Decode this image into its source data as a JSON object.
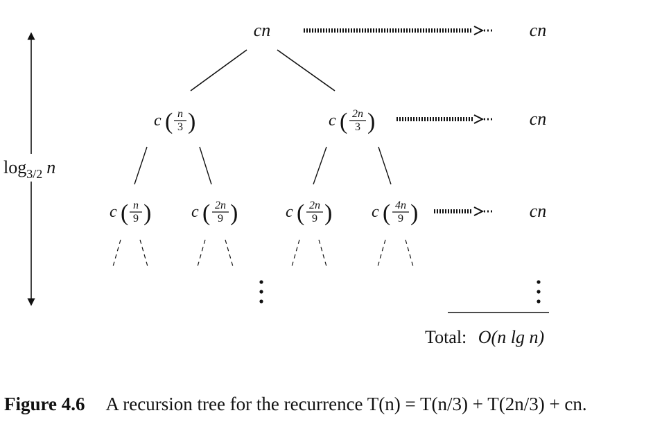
{
  "tree": {
    "root": {
      "c": "c",
      "arg": "n"
    },
    "level1": [
      {
        "c": "c",
        "num": "n",
        "den": "3"
      },
      {
        "c": "c",
        "num": "2n",
        "den": "3"
      }
    ],
    "level2": [
      {
        "c": "c",
        "num": "n",
        "den": "9"
      },
      {
        "c": "c",
        "num": "2n",
        "den": "9"
      },
      {
        "c": "c",
        "num": "2n",
        "den": "9"
      },
      {
        "c": "c",
        "num": "4n",
        "den": "9"
      }
    ]
  },
  "level_costs": [
    "cn",
    "cn",
    "cn"
  ],
  "height_label": {
    "base": "log",
    "subscript": "3/2",
    "arg": "n"
  },
  "total": {
    "label": "Total:",
    "value": "O(n lg n)"
  },
  "caption": {
    "label": "Figure 4.6",
    "text": "A recursion tree for the recurrence T(n) = T(n/3) + T(2n/3) + cn."
  }
}
